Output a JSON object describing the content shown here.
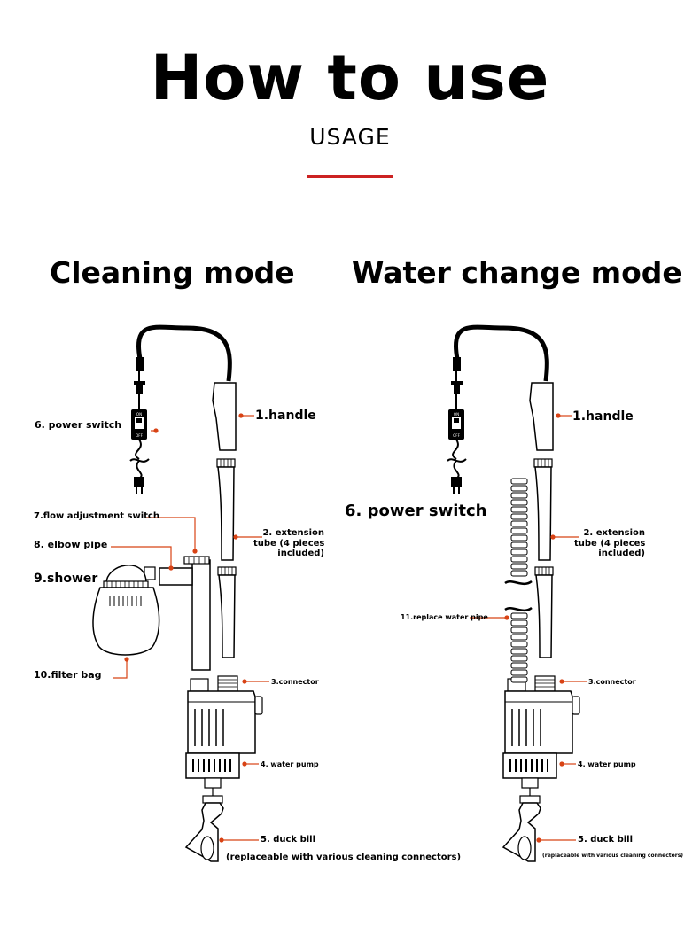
{
  "header": {
    "title": "How to use",
    "subtitle": "USAGE",
    "accent_color": "#cc2222"
  },
  "modes": {
    "cleaning": {
      "title": "Cleaning mode",
      "labels": {
        "handle": "1.handle",
        "extension_line1": "2. extension",
        "extension_line2": "tube (4 pieces",
        "extension_line3": "included)",
        "connector": "3.connector",
        "water_pump": "4. water pump",
        "duck_bill": "5. duck bill",
        "duck_bill_note": "(replaceable with various cleaning connectors)",
        "power_switch": "6. power switch",
        "flow_switch": "7.flow adjustment switch",
        "elbow_pipe": "8. elbow pipe",
        "shower": "9.shower",
        "filter_bag": "10.filter bag"
      }
    },
    "water_change": {
      "title": "Water change mode",
      "labels": {
        "handle": "1.handle",
        "extension_line1": "2. extension",
        "extension_line2": "tube (4 pieces",
        "extension_line3": "included)",
        "connector": "3.connector",
        "water_pump": "4. water pump",
        "duck_bill": "5. duck bill",
        "duck_bill_note": "(replaceable with various cleaning connectors)",
        "power_switch": "6. power switch",
        "replace_pipe": "11.replace water pipe"
      }
    }
  },
  "switch_text": {
    "on": "ON",
    "off": "OFF"
  },
  "icons": {
    "handle": "handle-icon",
    "tube": "extension-tube-icon",
    "pump": "water-pump-icon",
    "duck_bill": "duck-bill-icon",
    "power": "power-switch-icon",
    "shower": "shower-icon",
    "filter_bag": "filter-bag-icon",
    "hose": "water-pipe-icon"
  }
}
